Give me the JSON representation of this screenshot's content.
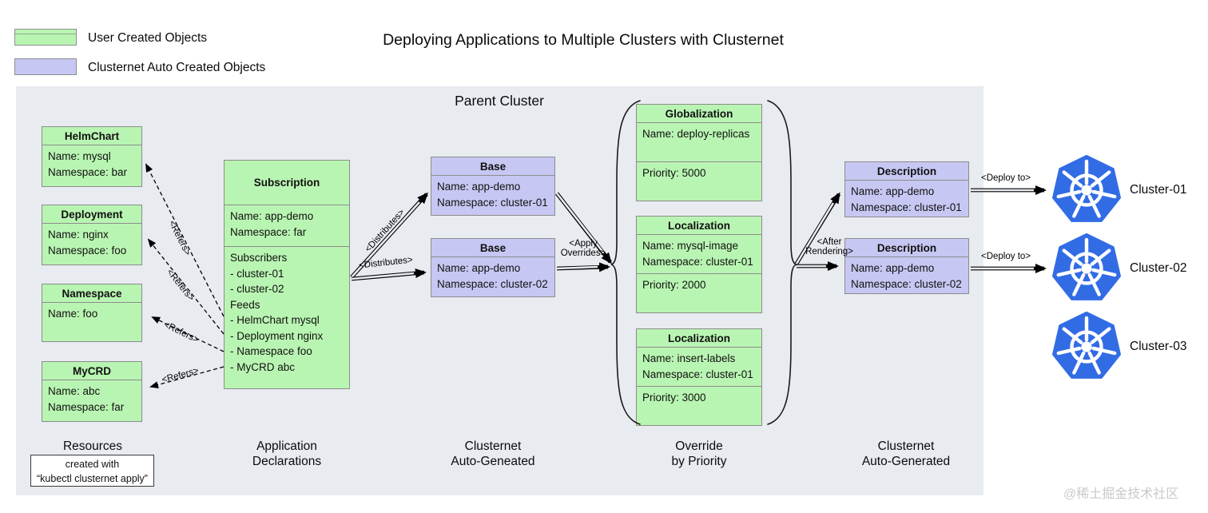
{
  "title": "Deploying Applications to Multiple Clusters with Clusternet",
  "legend": {
    "user_created": "User Created Objects",
    "auto_created": "Clusternet Auto Created Objects"
  },
  "parent_cluster_label": "Parent Cluster",
  "colors": {
    "user_created_fill": "#b9f5b2",
    "auto_created_fill": "#c7c7f3",
    "parent_cluster_bg": "#e8ebf0",
    "kubernetes_blue": "#326ce5"
  },
  "resources": [
    {
      "title": "HelmChart",
      "lines": [
        "Name: mysql",
        "Namespace: bar"
      ]
    },
    {
      "title": "Deployment",
      "lines": [
        "Name: nginx",
        "Namespace: foo"
      ]
    },
    {
      "title": "Namespace",
      "lines": [
        "Name: foo"
      ]
    },
    {
      "title": "MyCRD",
      "lines": [
        "Name: abc",
        "Namespace: far"
      ]
    }
  ],
  "subscription": {
    "title": "Subscription",
    "meta": [
      "Name: app-demo",
      "Namespace: far"
    ],
    "spec": [
      "Subscribers",
      "- cluster-01",
      "- cluster-02",
      "Feeds",
      "- HelmChart mysql",
      "- Deployment nginx",
      "- Namespace foo",
      "- MyCRD abc"
    ]
  },
  "bases": [
    {
      "title": "Base",
      "lines": [
        "Name: app-demo",
        "Namespace: cluster-01"
      ]
    },
    {
      "title": "Base",
      "lines": [
        "Name: app-demo",
        "Namespace: cluster-02"
      ]
    }
  ],
  "overrides": [
    {
      "title": "Globalization",
      "meta": [
        "Name: deploy-replicas"
      ],
      "priority": "Priority: 5000"
    },
    {
      "title": "Localization",
      "meta": [
        "Name: mysql-image",
        "Namespace: cluster-01"
      ],
      "priority": "Priority: 2000"
    },
    {
      "title": "Localization",
      "meta": [
        "Name: insert-labels",
        "Namespace: cluster-01"
      ],
      "priority": "Priority: 3000"
    }
  ],
  "descriptions": [
    {
      "title": "Description",
      "lines": [
        "Name: app-demo",
        "Namespace: cluster-01"
      ]
    },
    {
      "title": "Description",
      "lines": [
        "Name: app-demo",
        "Namespace: cluster-02"
      ]
    }
  ],
  "clusters": [
    {
      "label": "Cluster-01"
    },
    {
      "label": "Cluster-02"
    },
    {
      "label": "Cluster-03"
    }
  ],
  "edge_labels": {
    "refers": "<Refers>",
    "distributes": "<Distributes>",
    "apply_overrides": "<Apply\nOverrides>",
    "after_rendering": "<After\nRendering>",
    "deploy_to": "<Deploy to>"
  },
  "columns": [
    {
      "label": "Resources"
    },
    {
      "label": "Application\nDeclarations"
    },
    {
      "label": "Clusternet\nAuto-Geneated"
    },
    {
      "label": "Override\nby Priority"
    },
    {
      "label": "Clusternet\nAuto-Generated"
    }
  ],
  "created_with": "created with\n“kubectl clusternet apply”",
  "watermark": "@稀土掘金技术社区"
}
